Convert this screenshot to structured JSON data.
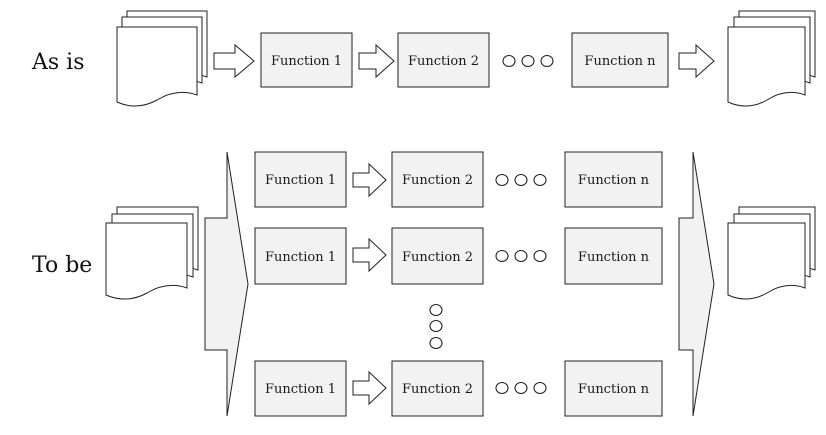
{
  "labels": {
    "as_is": "As is",
    "to_be": "To be"
  },
  "as_is_row": [
    "Function 1",
    "Function 2",
    "Function n"
  ],
  "to_be_rows": [
    [
      "Function 1",
      "Function 2",
      "Function n"
    ],
    [
      "Function 1",
      "Function 2",
      "Function n"
    ],
    [
      "Function 1",
      "Function 2",
      "Function n"
    ]
  ],
  "colors": {
    "box_fill": "#f2f2f2",
    "stroke": "#222222",
    "doc_fill": "#ffffff"
  }
}
